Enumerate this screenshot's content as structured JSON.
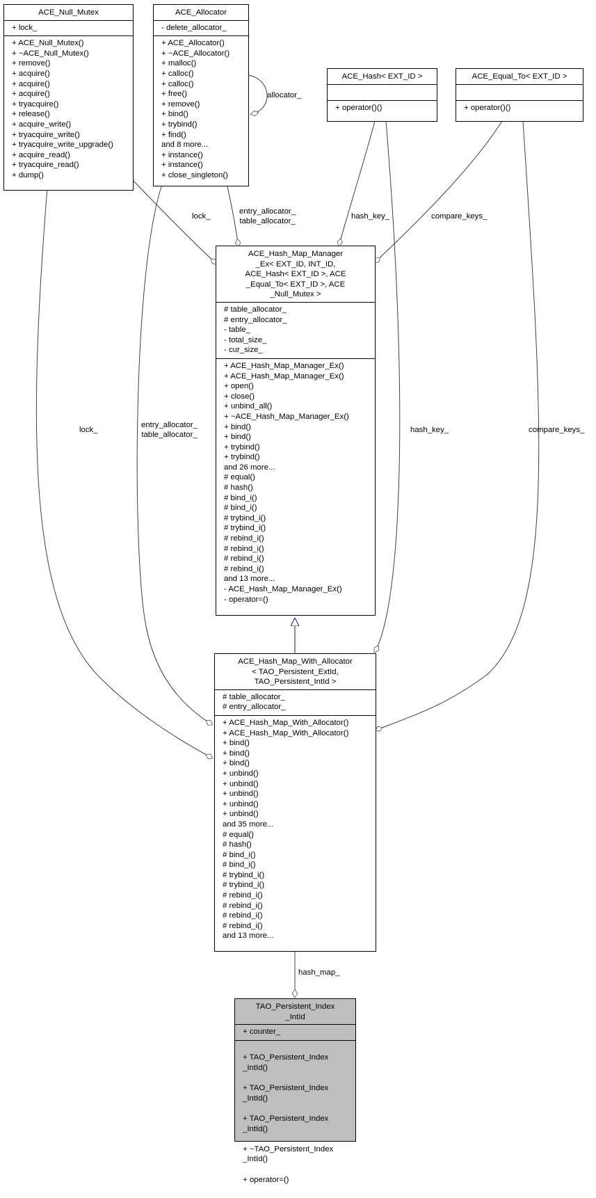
{
  "classes": {
    "null_mutex": {
      "name": "ACE_Null_Mutex",
      "attributes": [
        "+ lock_"
      ],
      "methods": [
        "+ ACE_Null_Mutex()",
        "+ ~ACE_Null_Mutex()",
        "+ remove()",
        "+ acquire()",
        "+ acquire()",
        "+ acquire()",
        "+ tryacquire()",
        "+ release()",
        "+ acquire_write()",
        "+ tryacquire_write()",
        "+ tryacquire_write_upgrade()",
        "+ acquire_read()",
        "+ tryacquire_read()",
        "+ dump()"
      ]
    },
    "allocator": {
      "name": "ACE_Allocator",
      "attributes": [
        "- delete_allocator_"
      ],
      "methods": [
        "+ ACE_Allocator()",
        "+ ~ACE_Allocator()",
        "+ malloc()",
        "+ calloc()",
        "+ calloc()",
        "+ free()",
        "+ remove()",
        "+ bind()",
        "+ trybind()",
        "+ find()",
        "and 8 more...",
        "+ instance()",
        "+ instance()",
        "+ close_singleton()"
      ]
    },
    "hash": {
      "name": "ACE_Hash< EXT_ID >",
      "attributes": [],
      "methods": [
        "+ operator()()"
      ]
    },
    "equal_to": {
      "name": "ACE_Equal_To< EXT_ID >",
      "attributes": [],
      "methods": [
        "+ operator()()"
      ]
    },
    "hash_map_manager": {
      "name": "ACE_Hash_Map_Manager\n_Ex< EXT_ID, INT_ID,\n ACE_Hash< EXT_ID >, ACE\n_Equal_To< EXT_ID >, ACE\n_Null_Mutex >",
      "attributes": [
        "# table_allocator_",
        "# entry_allocator_",
        "- table_",
        "- total_size_",
        "- cur_size_"
      ],
      "methods": [
        "+ ACE_Hash_Map_Manager_Ex()",
        "+ ACE_Hash_Map_Manager_Ex()",
        "+ open()",
        "+ close()",
        "+ unbind_all()",
        "+ ~ACE_Hash_Map_Manager_Ex()",
        "+ bind()",
        "+ bind()",
        "+ trybind()",
        "+ trybind()",
        "and 26 more...",
        "# equal()",
        "# hash()",
        "# bind_i()",
        "# bind_i()",
        "# trybind_i()",
        "# trybind_i()",
        "# rebind_i()",
        "# rebind_i()",
        "# rebind_i()",
        "# rebind_i()",
        "and 13 more...",
        "- ACE_Hash_Map_Manager_Ex()",
        "- operator=()"
      ]
    },
    "hash_map_with_allocator": {
      "name": "ACE_Hash_Map_With_Allocator\n< TAO_Persistent_ExtId,\n TAO_Persistent_IntId >",
      "attributes": [
        "# table_allocator_",
        "# entry_allocator_"
      ],
      "methods": [
        "+ ACE_Hash_Map_With_Allocator()",
        "+ ACE_Hash_Map_With_Allocator()",
        "+ bind()",
        "+ bind()",
        "+ bind()",
        "+ unbind()",
        "+ unbind()",
        "+ unbind()",
        "+ unbind()",
        "+ unbind()",
        "and 35 more...",
        "# equal()",
        "# hash()",
        "# bind_i()",
        "# bind_i()",
        "# trybind_i()",
        "# trybind_i()",
        "# rebind_i()",
        "# rebind_i()",
        "# rebind_i()",
        "# rebind_i()",
        "and 13 more..."
      ]
    },
    "persistent_index": {
      "name": "TAO_Persistent_Index\n_IntId",
      "attributes": [
        "+ counter_"
      ],
      "methods": [
        "+ TAO_Persistent_Index\n_IntId()",
        "+ TAO_Persistent_Index\n_IntId()",
        "+ TAO_Persistent_Index\n_IntId()",
        "+ ~TAO_Persistent_Index\n_IntId()",
        "+ operator=()"
      ]
    }
  },
  "edge_labels": {
    "allocator_self": "allocator_",
    "lock_upper": "lock_",
    "alloc_upper": "entry_allocator_\ntable_allocator_",
    "hash_key_upper": "hash_key_",
    "compare_keys_upper": "compare_keys_",
    "lock_lower": "lock_",
    "alloc_lower": "entry_allocator_\ntable_allocator_",
    "hash_key_lower": "hash_key_",
    "compare_keys_lower": "compare_keys_",
    "hash_map": "hash_map_"
  },
  "colors": {
    "edge": "#404040",
    "inheritance": "#191970",
    "highlight_fill": "#bfbfbf"
  }
}
